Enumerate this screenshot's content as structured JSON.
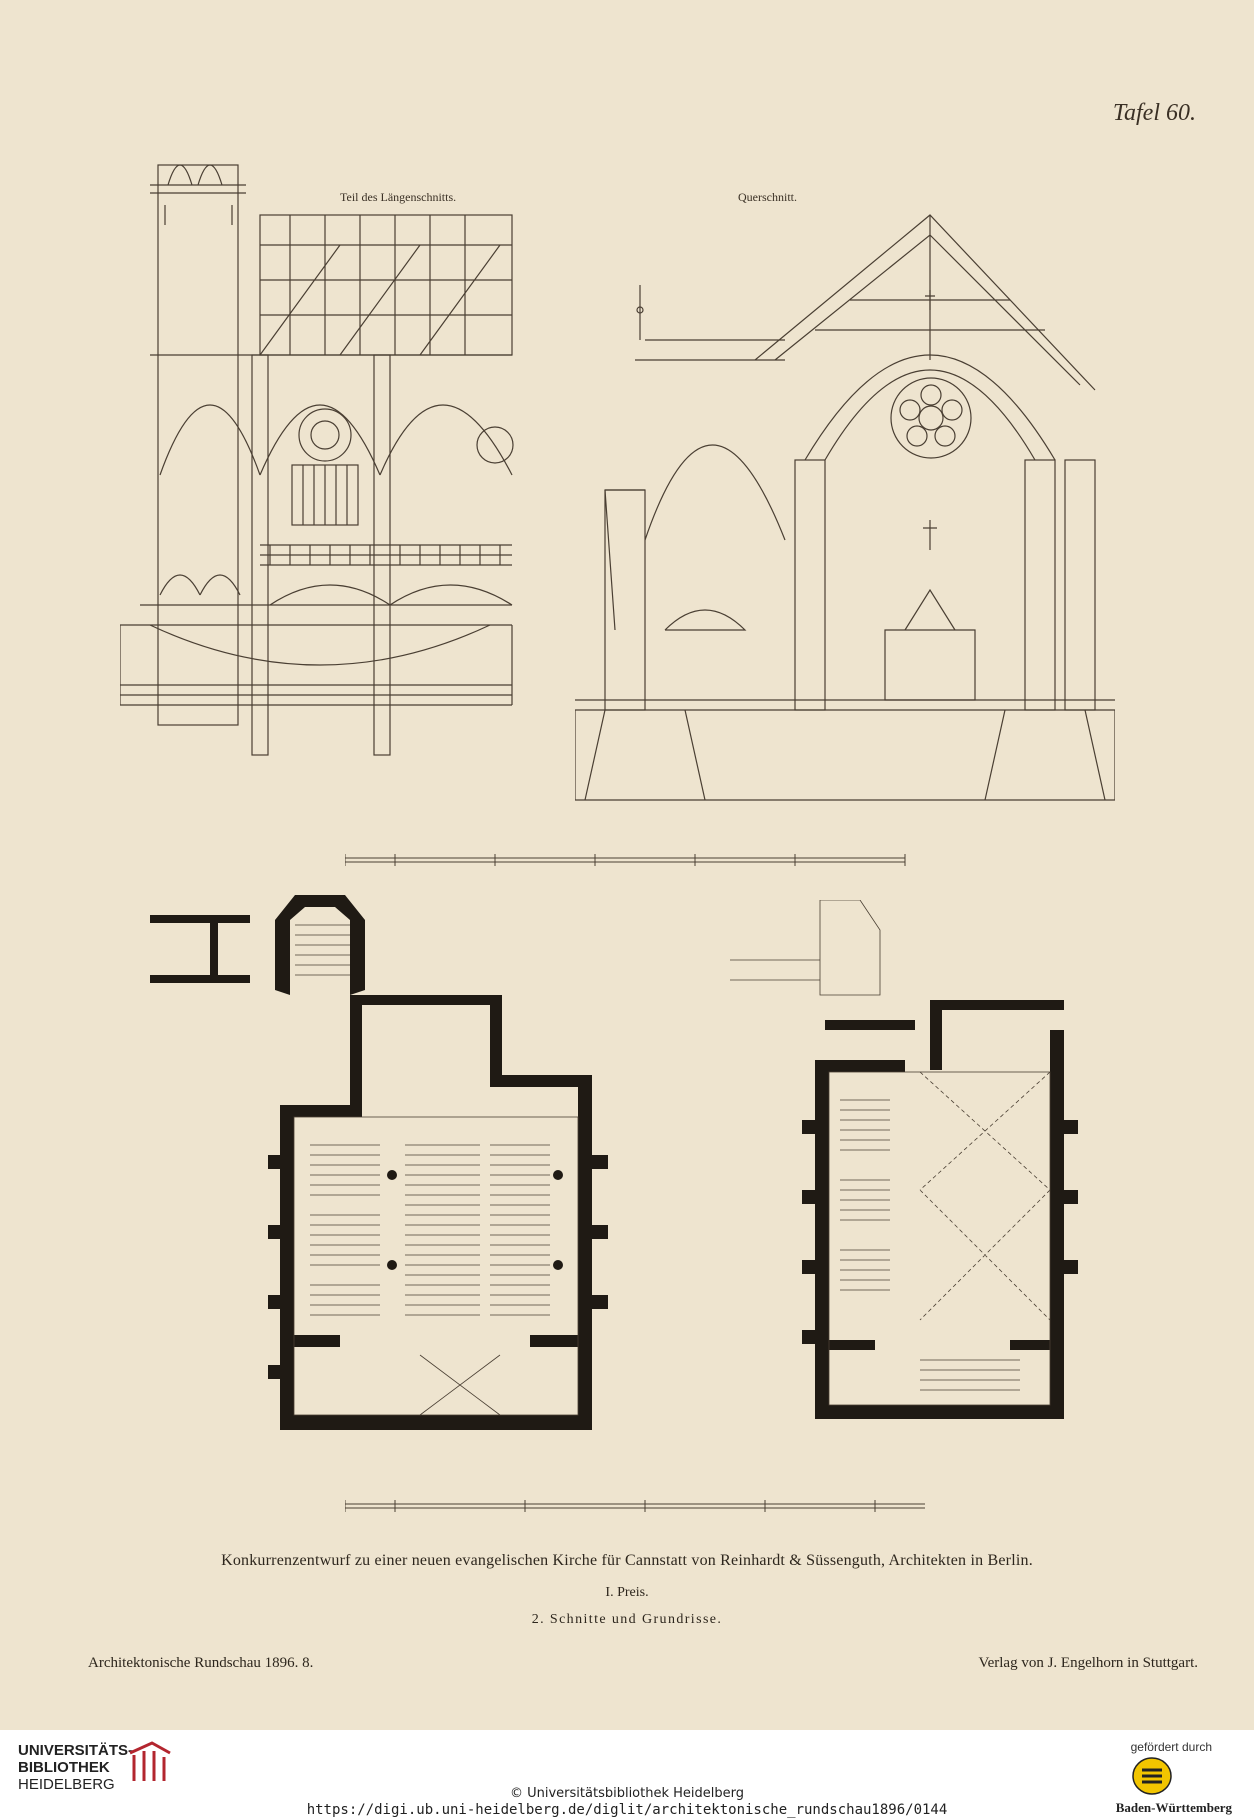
{
  "plate": {
    "number": "Tafel 60.",
    "label_longitudinal": "Teil des Längenschnitts.",
    "label_cross": "Querschnitt.",
    "caption_main": "Konkurrenzentwurf zu einer neuen evangelischen Kirche für Cannstatt von Reinhardt & Süssenguth, Architekten in Berlin.",
    "caption_prize": "I. Preis.",
    "caption_sub": "2. Schnitte und Grundrisse.",
    "footer_left": "Architektonische Rundschau 1896. 8.",
    "footer_right": "Verlag von J. Engelhorn in Stuttgart."
  },
  "viewer_bar": {
    "library_line1": "UNIVERSITÄTS-",
    "library_line2": "BIBLIOTHEK",
    "library_line3": "HEIDELBERG",
    "copyright": "© Universitätsbibliothek Heidelberg",
    "url": "https://digi.ub.uni-heidelberg.de/diglit/architektonische_rundschau1896/0144",
    "funded_by": "gefördert durch",
    "state": "Baden-Württemberg",
    "library_logo_icon": "library-logo-icon",
    "state_emblem_icon": "coat-of-arms-icon"
  }
}
